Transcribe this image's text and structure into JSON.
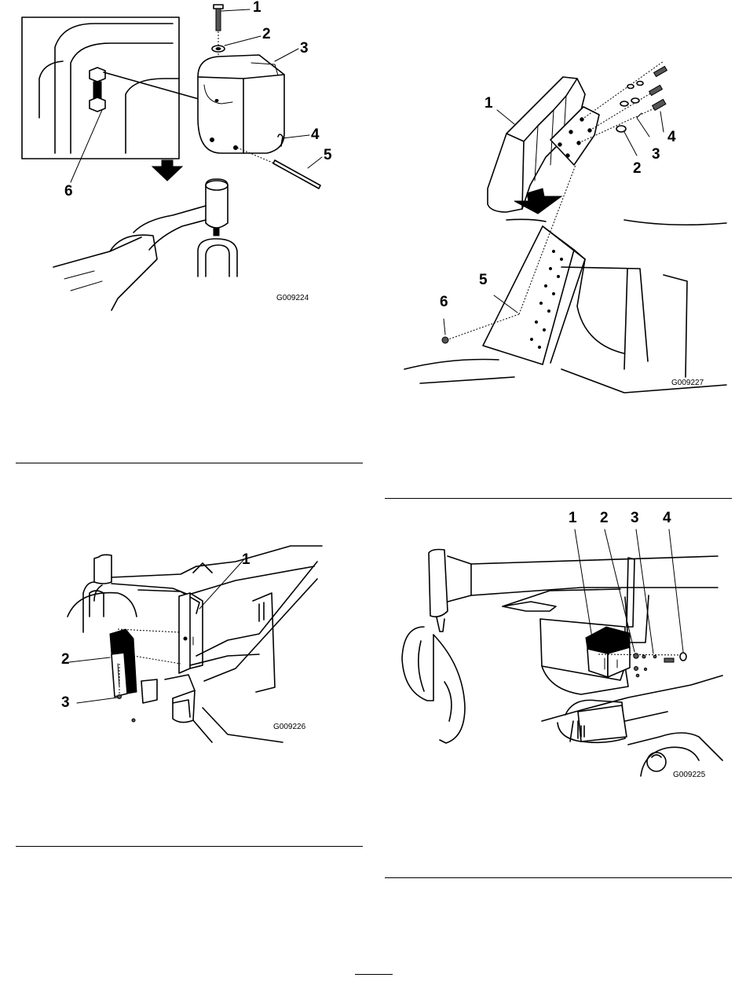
{
  "figures": [
    {
      "id": "fig1",
      "code": "G009224",
      "callouts": [
        "1",
        "2",
        "3",
        "4",
        "5",
        "6"
      ]
    },
    {
      "id": "fig2",
      "code": "G009227",
      "callouts": [
        "1",
        "2",
        "3",
        "4",
        "5",
        "6"
      ]
    },
    {
      "id": "fig3",
      "code": "G009226",
      "callouts": [
        "1",
        "2",
        "3"
      ]
    },
    {
      "id": "fig4",
      "code": "G009225",
      "callouts": [
        "1",
        "2",
        "3",
        "4"
      ]
    }
  ]
}
